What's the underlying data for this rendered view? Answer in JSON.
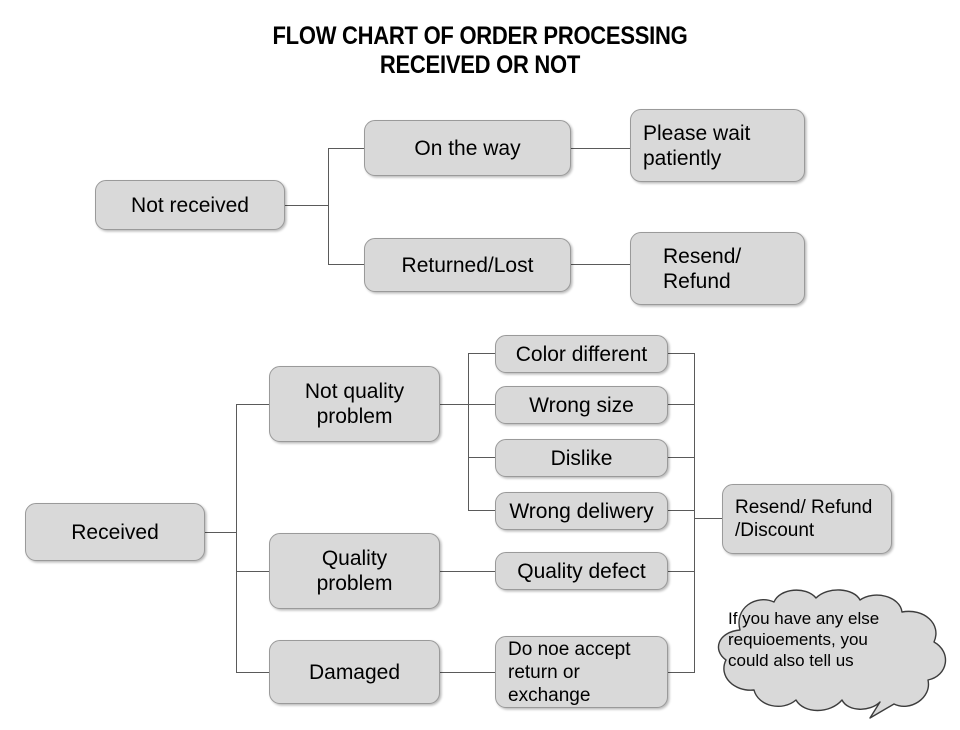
{
  "title": "FLOW CHART OF ORDER PROCESSING\nRECEIVED OR NOT",
  "colors": {
    "box_fill": "#d9d9d9",
    "box_border": "#9a9a9a",
    "line": "#5a5a5a",
    "text": "#000000",
    "background": "#ffffff"
  },
  "flow": {
    "not_received": {
      "root": "Not received",
      "branches": [
        {
          "cause": "On the way",
          "action": "Please wait\npatiently"
        },
        {
          "cause": "Returned/Lost",
          "action": "Resend/\nRefund"
        }
      ]
    },
    "received": {
      "root": "Received",
      "categories": [
        {
          "label": "Not quality\nproblem",
          "reasons": [
            "Color different",
            "Wrong size",
            "Dislike",
            "Wrong deliwery"
          ]
        },
        {
          "label": "Quality\nproblem",
          "reasons": [
            "Quality defect"
          ]
        },
        {
          "label": "Damaged",
          "reasons": [
            "Do noe accept\nreturn or\nexchange"
          ]
        }
      ],
      "outcome": "Resend/ Refund\n/Discount"
    }
  },
  "callout": {
    "text": "If you have any else\nrequioements, you\ncould also tell us"
  }
}
